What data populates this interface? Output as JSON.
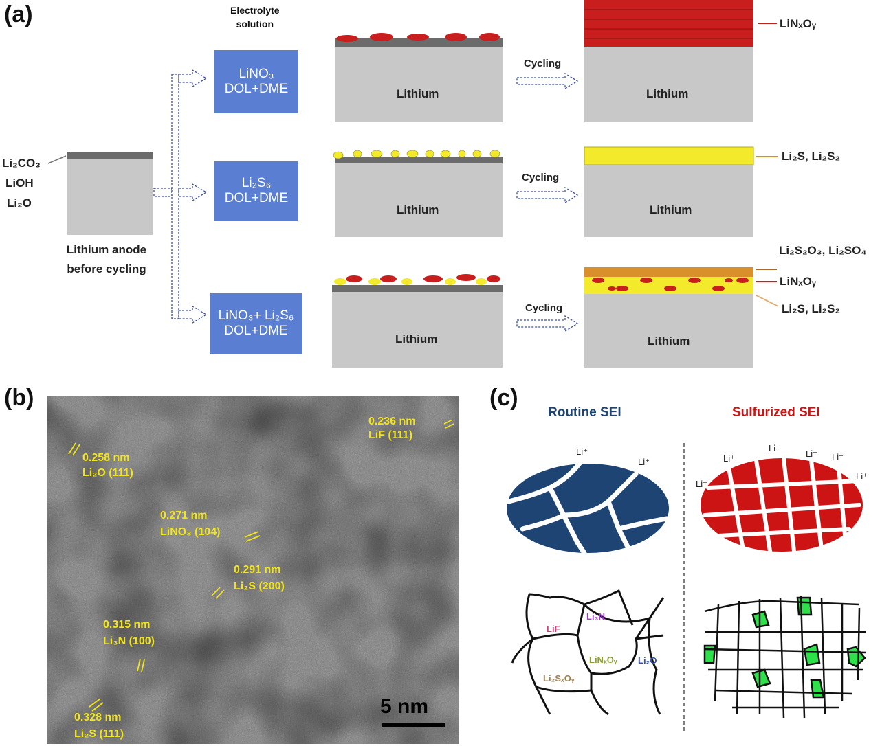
{
  "panel_a": {
    "label": "(a)",
    "header": [
      "Electrolyte",
      "solution"
    ],
    "initial_species": [
      "Li₂CO₃",
      "LiOH",
      "Li₂O"
    ],
    "anode_caption": [
      "Lithium anode",
      "before cycling"
    ],
    "electrolytes": [
      {
        "line1": "LiNO₃",
        "line2": "DOL+DME"
      },
      {
        "line1": "Li₂S₆",
        "line2": "DOL+DME"
      },
      {
        "line1": "LiNO₃+ Li₂S₆",
        "line2": "DOL+DME"
      }
    ],
    "lithium": "Lithium",
    "cycling": "Cycling",
    "products": {
      "row1": "LiNₓOᵧ",
      "row2": "Li₂S, Li₂S₂",
      "row3": [
        "Li₂S₂O₃, Li₂SO₄",
        "LiNₓOᵧ",
        "Li₂S, Li₂S₂"
      ]
    },
    "colors": {
      "electrolyte_box": "#5a7fd2",
      "lithium": "#c8c8c8",
      "LiNxOy": "#c81e1e",
      "Li2S": "#f2ea2a",
      "sulfate": "#d9902a"
    }
  },
  "panel_b": {
    "label": "(b)",
    "annotations": [
      {
        "d": "0.236 nm",
        "phase": "LiF (111)"
      },
      {
        "d": "0.258 nm",
        "phase": "Li₂O (111)"
      },
      {
        "d": "0.271 nm",
        "phase": "LiNO₃ (104)"
      },
      {
        "d": "0.291 nm",
        "phase": "Li₂S (200)"
      },
      {
        "d": "0.315 nm",
        "phase": "Li₃N (100)"
      },
      {
        "d": "0.328 nm",
        "phase": "Li₂S (111)"
      }
    ],
    "scale_bar": "5 nm",
    "annotation_color": "#f2e51c"
  },
  "panel_c": {
    "label": "(c)",
    "routine_title": "Routine SEI",
    "sulfurized_title": "Sulfurized SEI",
    "li_ion": "Li⁺",
    "routine_components": [
      "LiF",
      "Li₃N",
      "LiNₓOᵧ",
      "Li₂O",
      "Li₂SₓOᵧ"
    ],
    "colors": {
      "routine": "#1d4473",
      "sulfurized": "#cc1414",
      "green_grain": "#2ee04a"
    }
  }
}
